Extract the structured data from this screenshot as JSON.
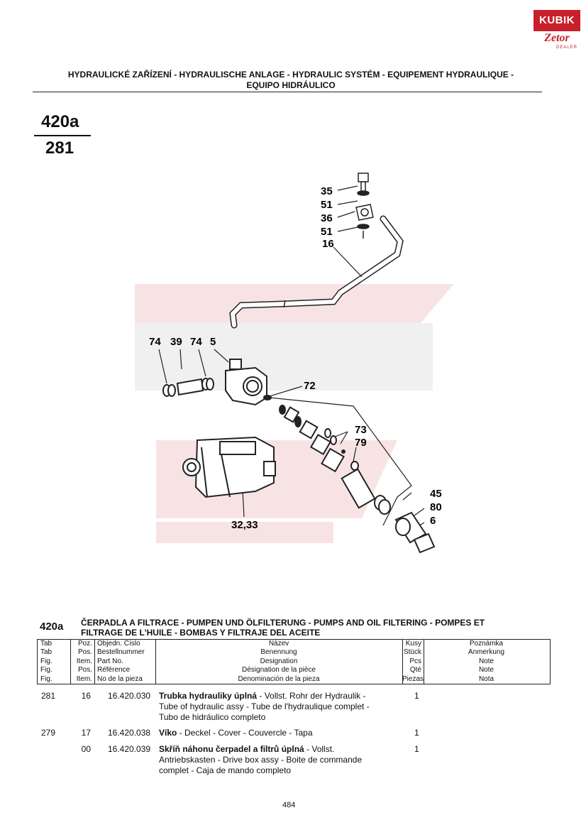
{
  "logo": {
    "top": "KUBIK",
    "brand": "Zetor",
    "sub": "DEALER"
  },
  "header": {
    "line1": "HYDRAULICKÉ ZAŘÍZENÍ - HYDRAULISCHE ANLAGE - HYDRAULIC SYSTÉM - EQUIPEMENT HYDRAULIQUE -",
    "line2": "EQUIPO HIDRÁULICO"
  },
  "figure": {
    "top": "420a",
    "bottom": "281"
  },
  "callouts": {
    "c35": "35",
    "c51a": "51",
    "c36": "36",
    "c51b": "51",
    "c16": "16",
    "c74a": "74",
    "c39": "39",
    "c74b": "74",
    "c5": "5",
    "c72": "72",
    "c73": "73",
    "c79": "79",
    "c45": "45",
    "c80": "80",
    "c6": "6",
    "c3233": "32,33"
  },
  "table": {
    "number": "420a",
    "title_line1": "ČERPADLA A FILTRACE - PUMPEN UND ÖLFILTERUNG - PUMPS AND OIL FILTERING - POMPES ET",
    "title_line2": "FILTRAGE DE L'HUILE - BOMBAS Y FILTRAJE DEL ACEITE",
    "headers": {
      "tab": [
        "Tab",
        "Tab",
        "Fig.",
        "Fig.",
        "Fig."
      ],
      "poz": [
        "Poz.",
        "Pos.",
        "Item.",
        "Pos.",
        "Item."
      ],
      "obj": [
        "Objedn. Číslo",
        "Bestellnummer",
        "Part No.",
        "Référence",
        "No de la pieza"
      ],
      "nazev": [
        "Název",
        "Benennung",
        "Designation",
        "Désignation de la pièce",
        "Denominación de la pieza"
      ],
      "kusy": [
        "Kusy",
        "Stück",
        "Pcs",
        "Qté",
        "Piezas"
      ],
      "pozn": [
        "Poznámka",
        "Anmerkung",
        "Note",
        "Note",
        "Nota"
      ]
    },
    "rows": [
      {
        "tab": "281",
        "poz": "16",
        "part": "16.420.030",
        "name_bold": "Trubka hydrauliky úplná",
        "line1_rest": " - Vollst. Rohr der Hydraulik -",
        "line2": "Tube of hydraulic assy - Tube de l'hydraulique complet -",
        "line3": "Tubo de hidráulico completo",
        "qty": "1"
      },
      {
        "tab": "279",
        "poz": "17",
        "part": "16.420.038",
        "name_bold": "Víko",
        "line1_rest": " - Deckel - Cover - Couvercle - Tapa",
        "line2": "",
        "line3": "",
        "qty": "1"
      },
      {
        "tab": "",
        "poz": "00",
        "part": "16.420.039",
        "name_bold": "Skříň náhonu čerpadel a filtrů úplná",
        "line1_rest": " - Vollst.",
        "line2": "Antriebskasten - Drive box assy - Boite de commande",
        "line3": "complet - Caja de mando completo",
        "qty": "1"
      }
    ]
  },
  "footer": {
    "page": "484"
  }
}
